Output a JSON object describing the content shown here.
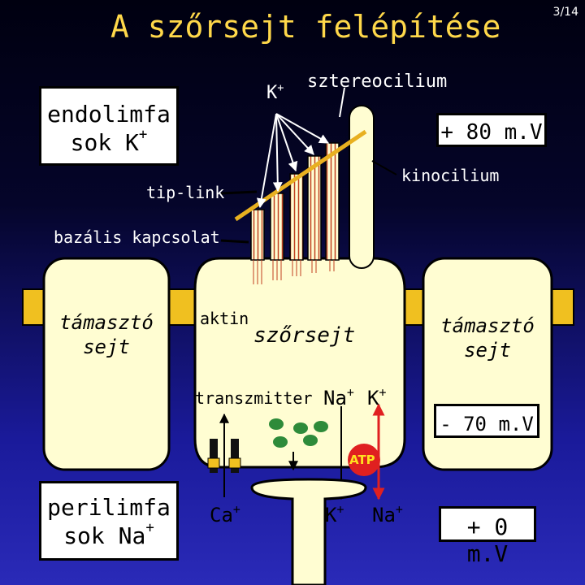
{
  "title": "A szőrsejt felépítése",
  "page_number": "3/14",
  "endolymph": {
    "line1": "endolimfa",
    "line2": "sok K",
    "sup": "+"
  },
  "perilymph": {
    "line1": "perilimfa",
    "line2": "sok Na",
    "sup": "+"
  },
  "labels": {
    "k_top": "K",
    "k_top_sup": "+",
    "stereocilium": "sztereocilium",
    "kinocilium": "kinocilium",
    "tip_link": "tip-link",
    "basal_junction": "bazális kapcsolat",
    "actin": "aktin",
    "hair_cell": "szőrsejt",
    "support_left_1": "támasztó",
    "support_left_2": "sejt",
    "support_right_1": "támasztó",
    "support_right_2": "sejt",
    "transmitter": "transzmitter",
    "na_mid": "Na",
    "na_mid_sup": "+",
    "k_mid": "K",
    "k_mid_sup": "+",
    "atp": "ATP",
    "ca_bottom": "Ca",
    "ca_bottom_sup": "+",
    "k_bottom": "K",
    "k_bottom_sup": "+",
    "na_bottom": "Na",
    "na_bottom_sup": "+"
  },
  "potentials": {
    "endolymph": "+ 80 m.V",
    "cell": "- 70 m.V",
    "perilymph": "+ 0 m.V"
  },
  "colors": {
    "cell_fill": "#fffdd2",
    "junction": "#f0c020",
    "tip_link": "#e8b020",
    "stereocilia_line": "#c04020",
    "vesicle": "#2e8b3a",
    "pump": "#e02020",
    "title": "#ffd84a"
  }
}
